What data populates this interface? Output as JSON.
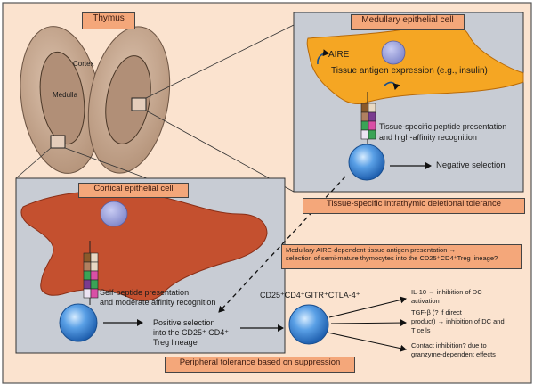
{
  "title": "Thymus",
  "thymus": {
    "cortex_label": "Cortex",
    "medulla_label": "Medulla"
  },
  "medullary_panel": {
    "title": "Medullary epithelial cell",
    "aire_label": "AIRE",
    "antigen_expression": "Tissue antigen expression (e.g., insulin)",
    "recognition_line1": "Tissue-specific peptide presentation",
    "recognition_line2": "and high-affinity recognition",
    "negative_selection": "Negative selection",
    "footer": "Tissue-specific intrathymic deletional tolerance"
  },
  "cortical_panel": {
    "title": "Cortical epithelial cell",
    "presentation_line1": "Self-peptide presentation",
    "presentation_line2": "and moderate affinity recognition",
    "positive_line1": "Positive selection",
    "positive_line2": "into the CD25⁺ CD4⁺",
    "positive_line3": "Treg lineage"
  },
  "aire_note": {
    "line1": "Medullary AIRE-dependent tissue antigen presentation →",
    "line2": "selection of semi-mature thymocytes into the CD25⁺CD4⁺Treg lineage?"
  },
  "treg_phenotype": "CD25⁺CD4⁺GITR⁺CTLA-4⁺",
  "effects": {
    "il10": "IL-10 → inhibition of DC",
    "il10_b": "activation",
    "tgf": "TGF-β (? if direct",
    "tgf_b": "product) → inhibition of DC and",
    "tgf_c": "T cells",
    "contact": "Contact inhibition? due to",
    "contact_b": "granzyme-dependent effects"
  },
  "bottom_label": "Peripheral tolerance based on suppression",
  "colors": {
    "background": "#fbe3cf",
    "panel": "#c8ccd4",
    "label_box": "#f4a77a",
    "medullary_cell": "#f5a623",
    "cortical_cell": "#c4502f",
    "nucleus": "#8f96d6",
    "t_cell": "#3b7fd1",
    "thymus_lobe": "#c9a98f"
  }
}
